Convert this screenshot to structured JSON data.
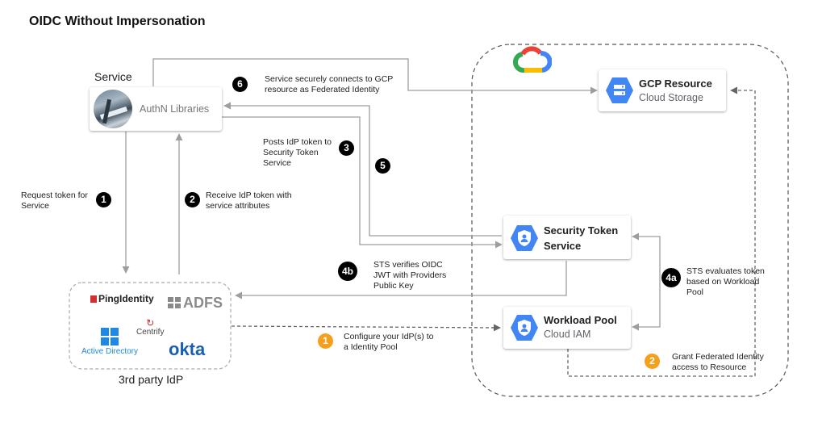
{
  "title": "OIDC Without Impersonation",
  "service": {
    "heading": "Service",
    "lib_label": "AuthN Libraries"
  },
  "idp": {
    "caption": "3rd party IdP",
    "ping": "PingIdentity",
    "adfs": "ADFS",
    "centrify": "Centrify",
    "ad": "Active Directory",
    "okta": "okta"
  },
  "gcp_resource": {
    "title": "GCP Resource",
    "sub": "Cloud Storage"
  },
  "sts": {
    "title_line1": "Security Token",
    "title_line2": "Service"
  },
  "workload_pool": {
    "title": "Workload Pool",
    "sub": "Cloud IAM"
  },
  "steps": {
    "s1": {
      "badge": "1",
      "text_line1": "Request token for",
      "text_line2": "Service"
    },
    "s2": {
      "badge": "2",
      "text_line1": "Receive IdP token with",
      "text_line2": "service  attributes"
    },
    "s3": {
      "badge": "3",
      "text_line1": "Posts IdP token to",
      "text_line2": "Security Token",
      "text_line3": "Service"
    },
    "s4a": {
      "badge": "4a",
      "text_line1": "STS evaluates token",
      "text_line2": "based on Workload",
      "text_line3": "Pool"
    },
    "s4b": {
      "badge": "4b",
      "text_line1": "STS verifies OIDC",
      "text_line2": "JWT with Providers",
      "text_line3": "Public Key"
    },
    "s5": {
      "badge": "5"
    },
    "s6": {
      "badge": "6",
      "text_line1": "Service securely connects to GCP",
      "text_line2": "resource as Federated Identity"
    },
    "o1": {
      "badge": "1",
      "text_line1": "Configure  your  IdP(s) to",
      "text_line2": "a Identity Pool"
    },
    "o2": {
      "badge": "2",
      "text_line1": "Grant Federated Identity",
      "text_line2": "access to Resource"
    }
  },
  "colors": {
    "accent_blue": "#4285f4",
    "orange": "#f4a01c",
    "arrow": "#9e9e9e",
    "dash": "#666666"
  }
}
